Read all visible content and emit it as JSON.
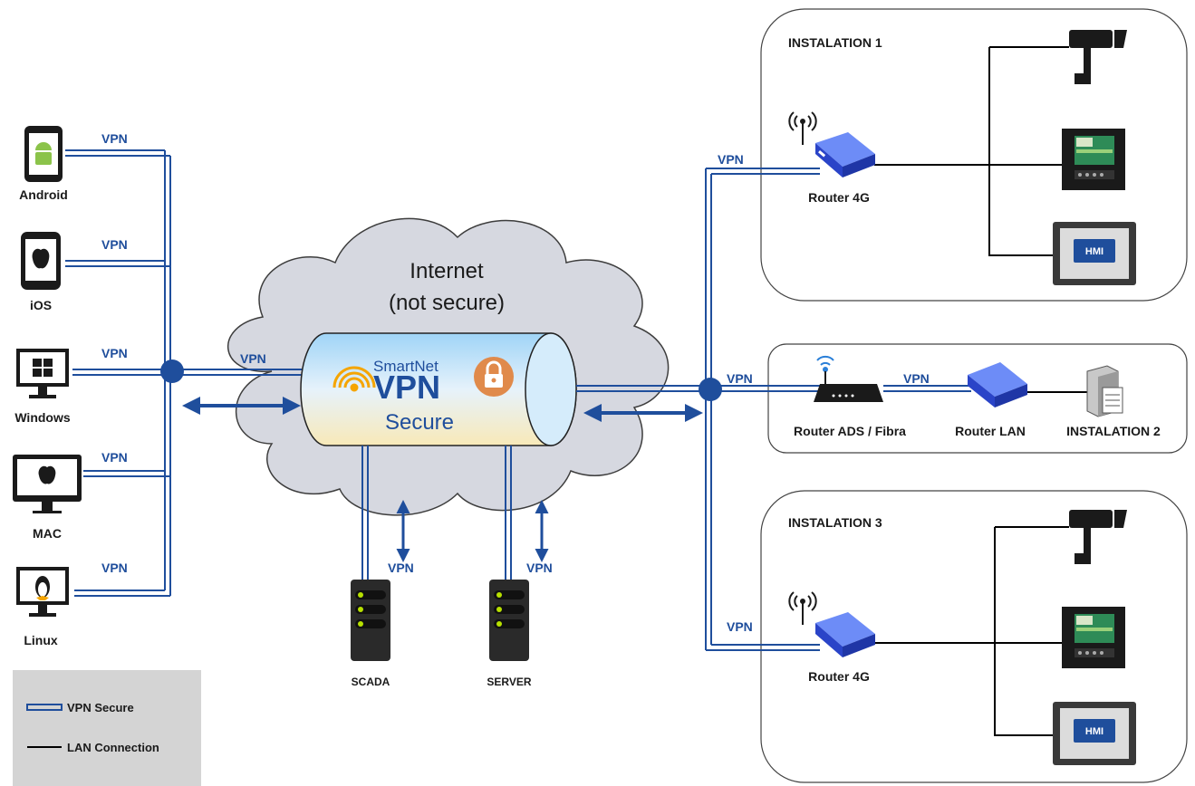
{
  "devices": {
    "android": "Android",
    "ios": "iOS",
    "windows": "Windows",
    "mac": "MAC",
    "linux": "Linux"
  },
  "vpn_label": "VPN",
  "cloud": {
    "line1": "Internet",
    "line2": "(not secure)"
  },
  "tunnel": {
    "brand_small": "SmartNet",
    "brand_big": "VPN",
    "secure": "Secure"
  },
  "servers": {
    "scada": "SCADA",
    "server": "SERVER"
  },
  "installations": {
    "inst1": {
      "title": "INSTALATION 1",
      "router": "Router 4G",
      "hmi": "HMI"
    },
    "inst2": {
      "router_ads": "Router ADS / Fibra",
      "router_lan": "Router LAN",
      "title": "INSTALATION 2"
    },
    "inst3": {
      "title": "INSTALATION 3",
      "router": "Router 4G",
      "hmi": "HMI"
    }
  },
  "legend": {
    "vpn_secure": "VPN Secure",
    "lan_connection": "LAN Connection"
  },
  "colors": {
    "vpn_blue": "#1f4e9c",
    "cloud_fill": "#d6d8e0",
    "router_blue": "#2f4fd8",
    "legend_bg": "#d4d4d4"
  }
}
